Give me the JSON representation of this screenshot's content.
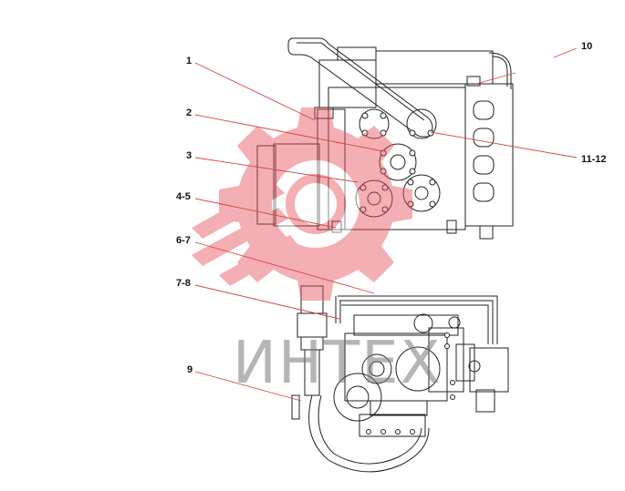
{
  "callouts": {
    "c1": "1",
    "c2": "2",
    "c3": "3",
    "c4_5": "4-5",
    "c6_7": "6-7",
    "c7_8": "7-8",
    "c9": "9",
    "c10": "10",
    "c11_12": "11-12"
  },
  "watermark": {
    "text": "ИНТЕХ",
    "color": "#e8505b"
  },
  "colors": {
    "line": "#222222",
    "leader": "#d64545"
  }
}
